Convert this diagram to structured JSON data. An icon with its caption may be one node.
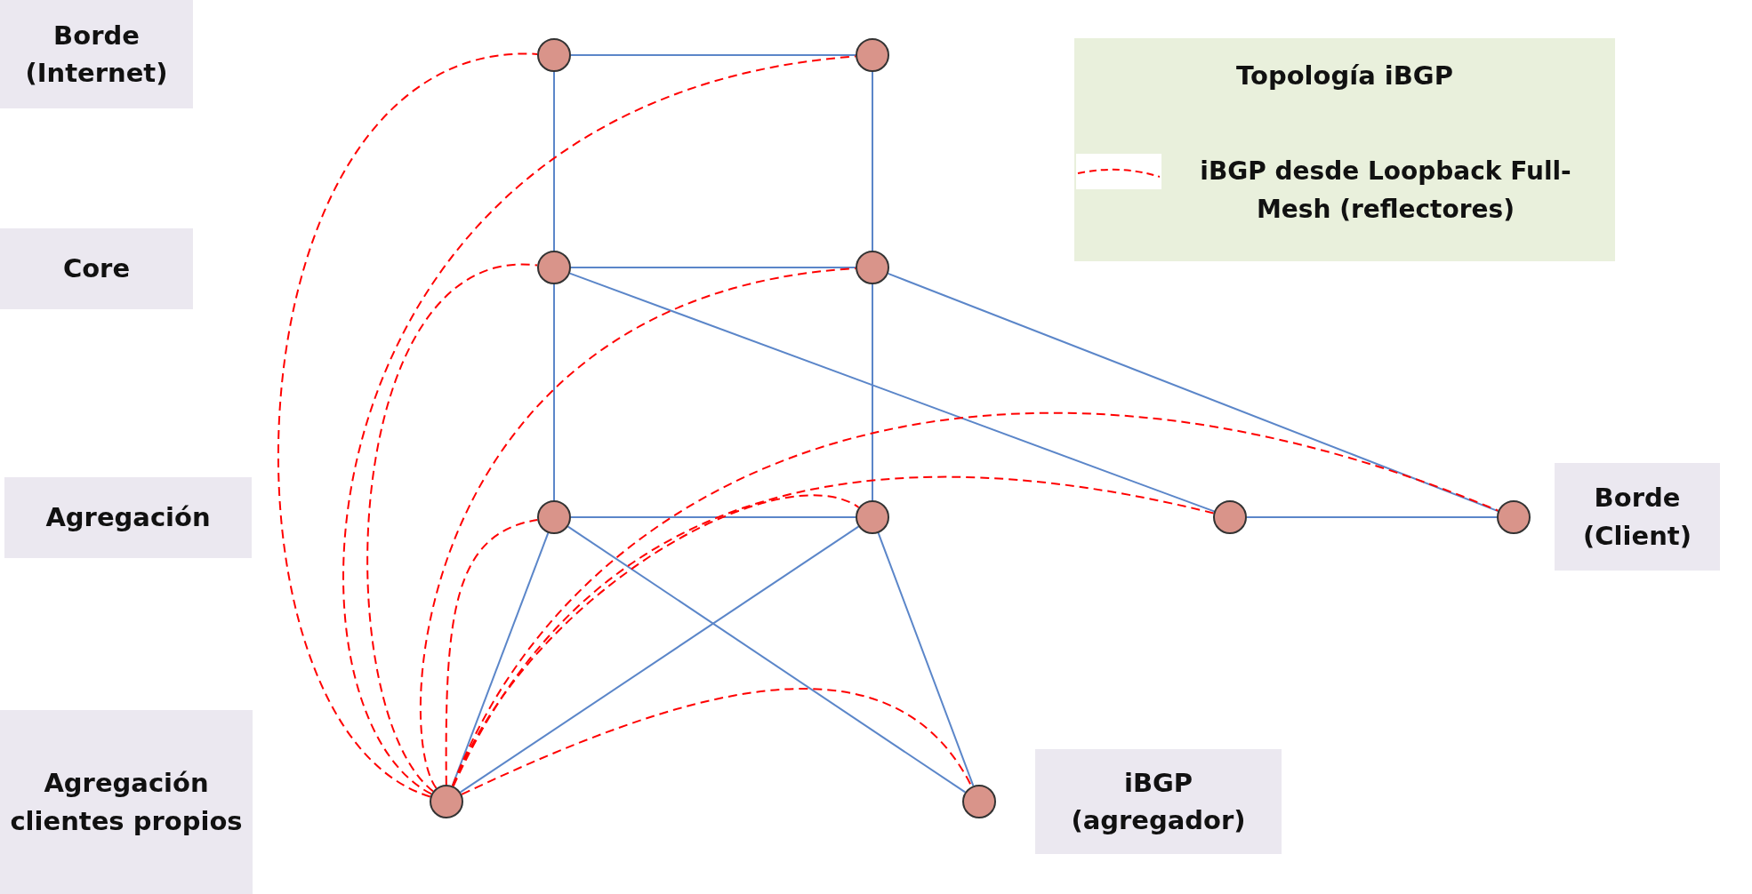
{
  "diagram": {
    "title": "Topología iBGP",
    "nodes": [
      {
        "text": [
          "Borde (Internet)"
        ]
      },
      {
        "text": [
          "Core"
        ]
      },
      {
        "text": [
          "Agregación"
        ]
      },
      {
        "text": [
          "Agregación clientes propios"
        ]
      },
      {
        "text": [
          "Borde (Client)"
        ]
      },
      {
        "text": [
          "iBGP (agregador)"
        ]
      },
      {
        "text": [],
        "shape": "circle"
      },
      {
        "text": [],
        "shape": "circle"
      },
      {
        "text": [],
        "shape": "circle"
      },
      {
        "text": [],
        "shape": "circle"
      },
      {
        "text": [],
        "shape": "circle"
      },
      {
        "text": [],
        "shape": "circle"
      },
      {
        "text": [],
        "shape": "circle"
      },
      {
        "text": [],
        "shape": "circle"
      },
      {
        "text": [],
        "shape": "circle"
      },
      {
        "text": [],
        "shape": "circle"
      }
    ],
    "edges": [
      {
        "from": 6,
        "to": 7,
        "arrow": "none"
      },
      {
        "from": 6,
        "to": 8,
        "arrow": "none"
      },
      {
        "from": 7,
        "to": 9,
        "arrow": "none"
      },
      {
        "from": 8,
        "to": 9,
        "arrow": "none"
      },
      {
        "from": 8,
        "to": 10,
        "arrow": "none"
      },
      {
        "from": 9,
        "to": 11,
        "arrow": "none"
      },
      {
        "from": 8,
        "to": 12,
        "arrow": "none"
      },
      {
        "from": 9,
        "to": 13,
        "arrow": "none"
      },
      {
        "from": 10,
        "to": 11,
        "arrow": "none"
      },
      {
        "from": 12,
        "to": 13,
        "arrow": "none"
      },
      {
        "from": 10,
        "to": 14,
        "arrow": "none"
      },
      {
        "from": 10,
        "to": 15,
        "arrow": "none"
      },
      {
        "from": 11,
        "to": 14,
        "arrow": "none"
      },
      {
        "from": 11,
        "to": 15,
        "arrow": "none"
      },
      {
        "from": 14,
        "to": 6,
        "arrow": "none",
        "style": "dashed",
        "color": "#ff0000"
      },
      {
        "from": 14,
        "to": 7,
        "arrow": "none",
        "style": "dashed",
        "color": "#ff0000"
      },
      {
        "from": 14,
        "to": 8,
        "arrow": "none",
        "style": "dashed",
        "color": "#ff0000"
      },
      {
        "from": 14,
        "to": 9,
        "arrow": "none",
        "style": "dashed",
        "color": "#ff0000"
      },
      {
        "from": 14,
        "to": 10,
        "arrow": "none",
        "style": "dashed",
        "color": "#ff0000"
      },
      {
        "from": 14,
        "to": 11,
        "arrow": "none",
        "style": "dashed",
        "color": "#ff0000"
      },
      {
        "from": 14,
        "to": 12,
        "arrow": "none",
        "style": "dashed",
        "color": "#ff0000"
      },
      {
        "from": 14,
        "to": 13,
        "arrow": "none",
        "style": "dashed",
        "color": "#ff0000"
      },
      {
        "from": 14,
        "to": 15,
        "arrow": "none",
        "style": "dashed",
        "color": "#ff0000"
      }
    ],
    "legend": [
      {
        "text": "iBGP desde Loopback Full-Mesh (reflectores)"
      }
    ]
  }
}
